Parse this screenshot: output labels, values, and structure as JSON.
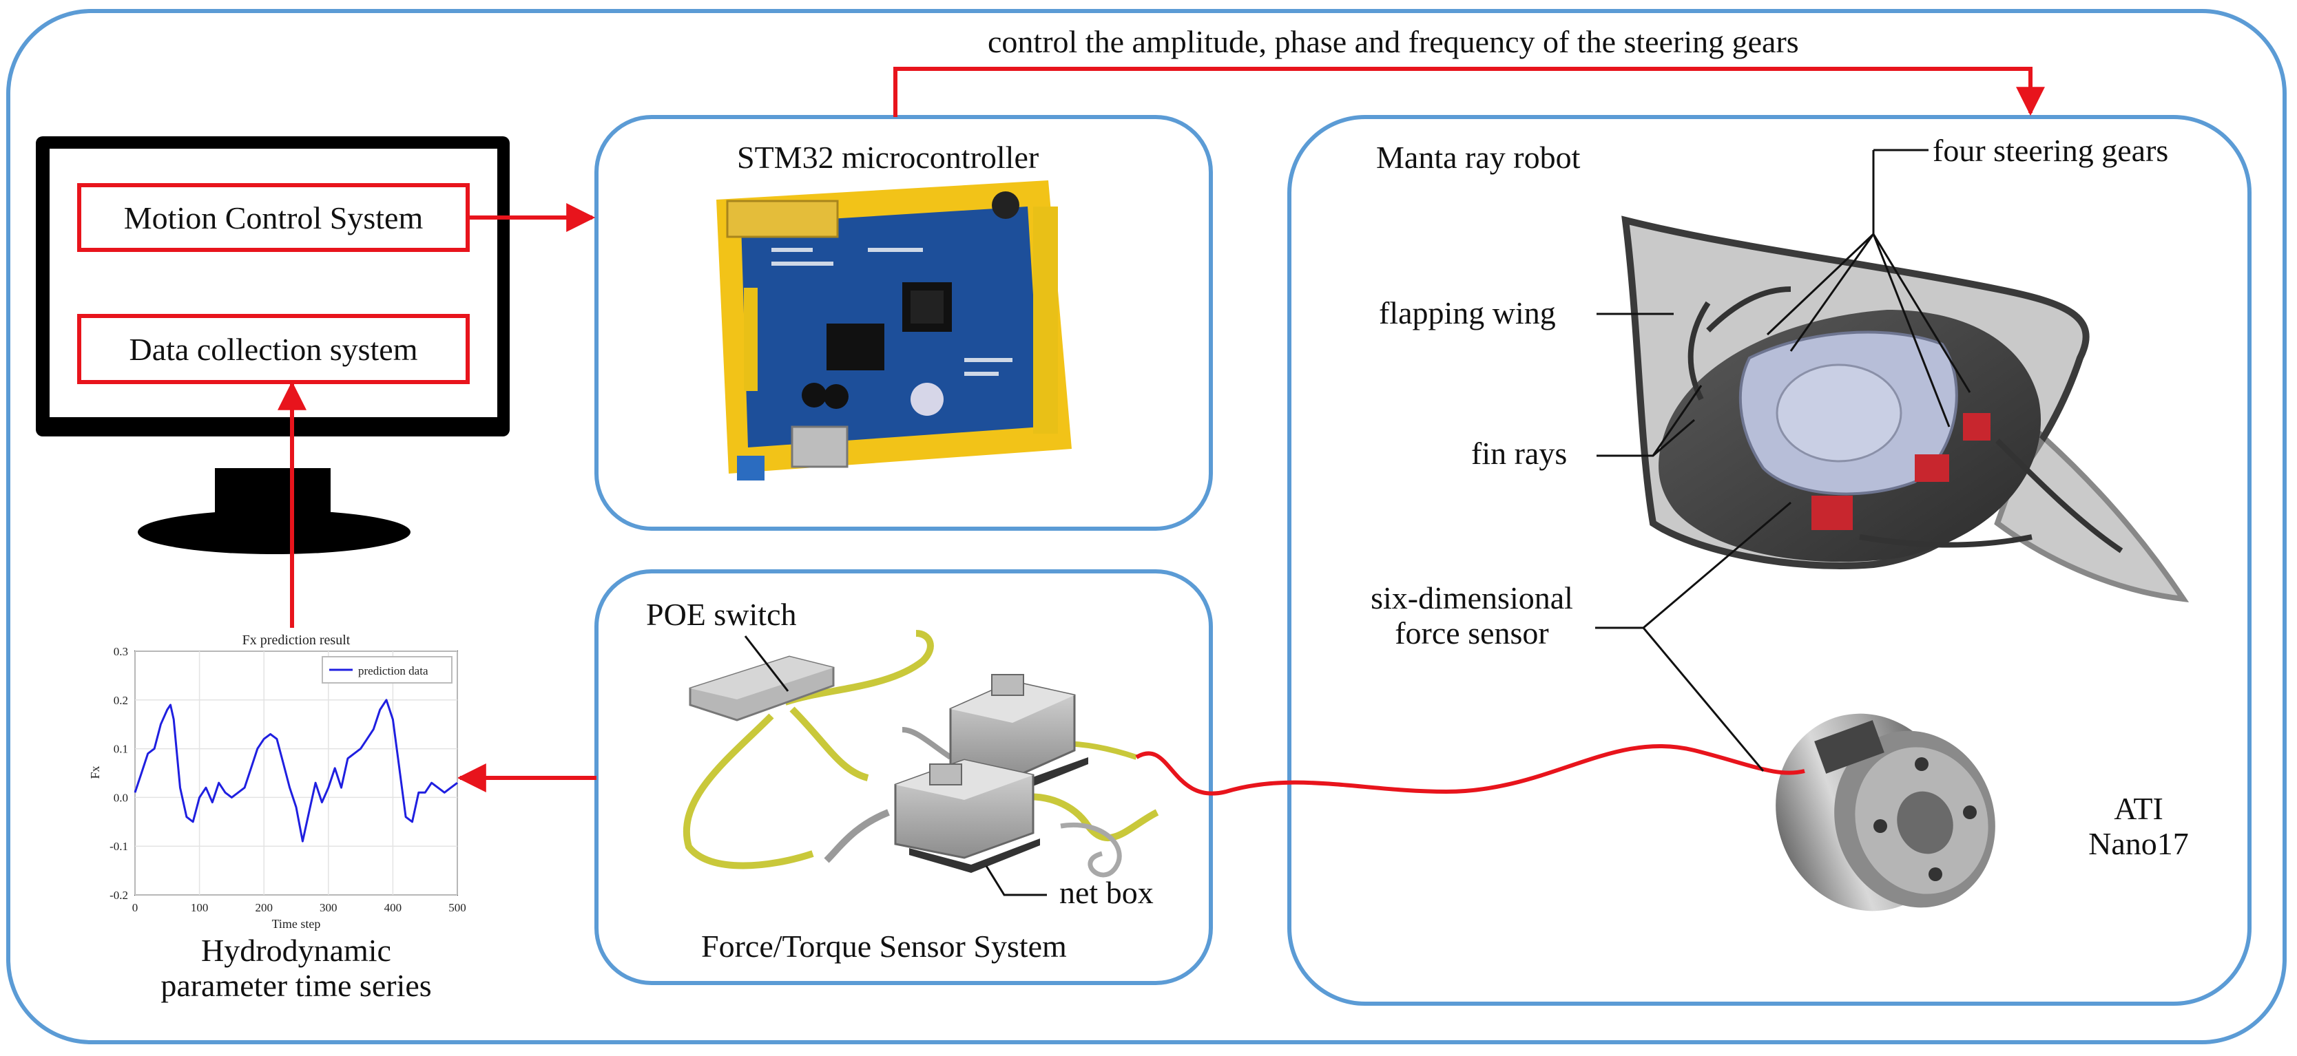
{
  "top_arrow_label": "control the amplitude, phase and frequency of the steering gears",
  "monitor": {
    "box1": "Motion Control System",
    "box2": "Data collection system"
  },
  "stm32": {
    "title": "STM32 microcontroller"
  },
  "sensor_system": {
    "poe_label": "POE switch",
    "netbox_label": "net box",
    "title": "Force/Torque Sensor System"
  },
  "robot_panel": {
    "title": "Manta ray robot",
    "steering": "four steering gears",
    "wing": "flapping wing",
    "fin": "fin rays",
    "sensor_line1": "six-dimensional",
    "sensor_line2": "force sensor",
    "ati_line1": "ATI",
    "ati_line2": "Nano17"
  },
  "plot_caption_line1": "Hydrodynamic",
  "plot_caption_line2": "parameter time series",
  "colors": {
    "panel_border": "#5b9bd5",
    "arrow_red": "#e8141c",
    "series_blue": "#1f1fe0"
  },
  "chart_data": {
    "type": "line",
    "title": "Fx prediction result",
    "xlabel": "Time step",
    "ylabel": "Fx",
    "xlim": [
      0,
      500
    ],
    "ylim": [
      -0.2,
      0.3
    ],
    "xticks": [
      0,
      100,
      200,
      300,
      400,
      500
    ],
    "yticks": [
      -0.2,
      -0.1,
      0.0,
      0.1,
      0.2,
      0.3
    ],
    "legend": "top-right",
    "series": [
      {
        "name": "prediction data",
        "x": [
          0,
          10,
          20,
          30,
          40,
          50,
          55,
          60,
          70,
          80,
          90,
          100,
          110,
          120,
          130,
          140,
          150,
          160,
          170,
          180,
          190,
          200,
          210,
          220,
          230,
          240,
          250,
          260,
          270,
          280,
          290,
          300,
          310,
          320,
          330,
          340,
          350,
          360,
          370,
          380,
          390,
          400,
          410,
          420,
          430,
          440,
          450,
          460,
          470,
          480,
          490,
          500
        ],
        "y": [
          0.01,
          0.05,
          0.09,
          0.1,
          0.15,
          0.18,
          0.19,
          0.16,
          0.02,
          -0.04,
          -0.05,
          0.0,
          0.02,
          -0.01,
          0.03,
          0.01,
          0.0,
          0.01,
          0.02,
          0.06,
          0.1,
          0.12,
          0.13,
          0.12,
          0.07,
          0.02,
          -0.02,
          -0.09,
          -0.03,
          0.03,
          -0.01,
          0.02,
          0.06,
          0.02,
          0.08,
          0.09,
          0.1,
          0.12,
          0.14,
          0.18,
          0.2,
          0.16,
          0.06,
          -0.04,
          -0.05,
          0.01,
          0.01,
          0.03,
          0.02,
          0.01,
          0.02,
          0.03
        ]
      }
    ]
  }
}
